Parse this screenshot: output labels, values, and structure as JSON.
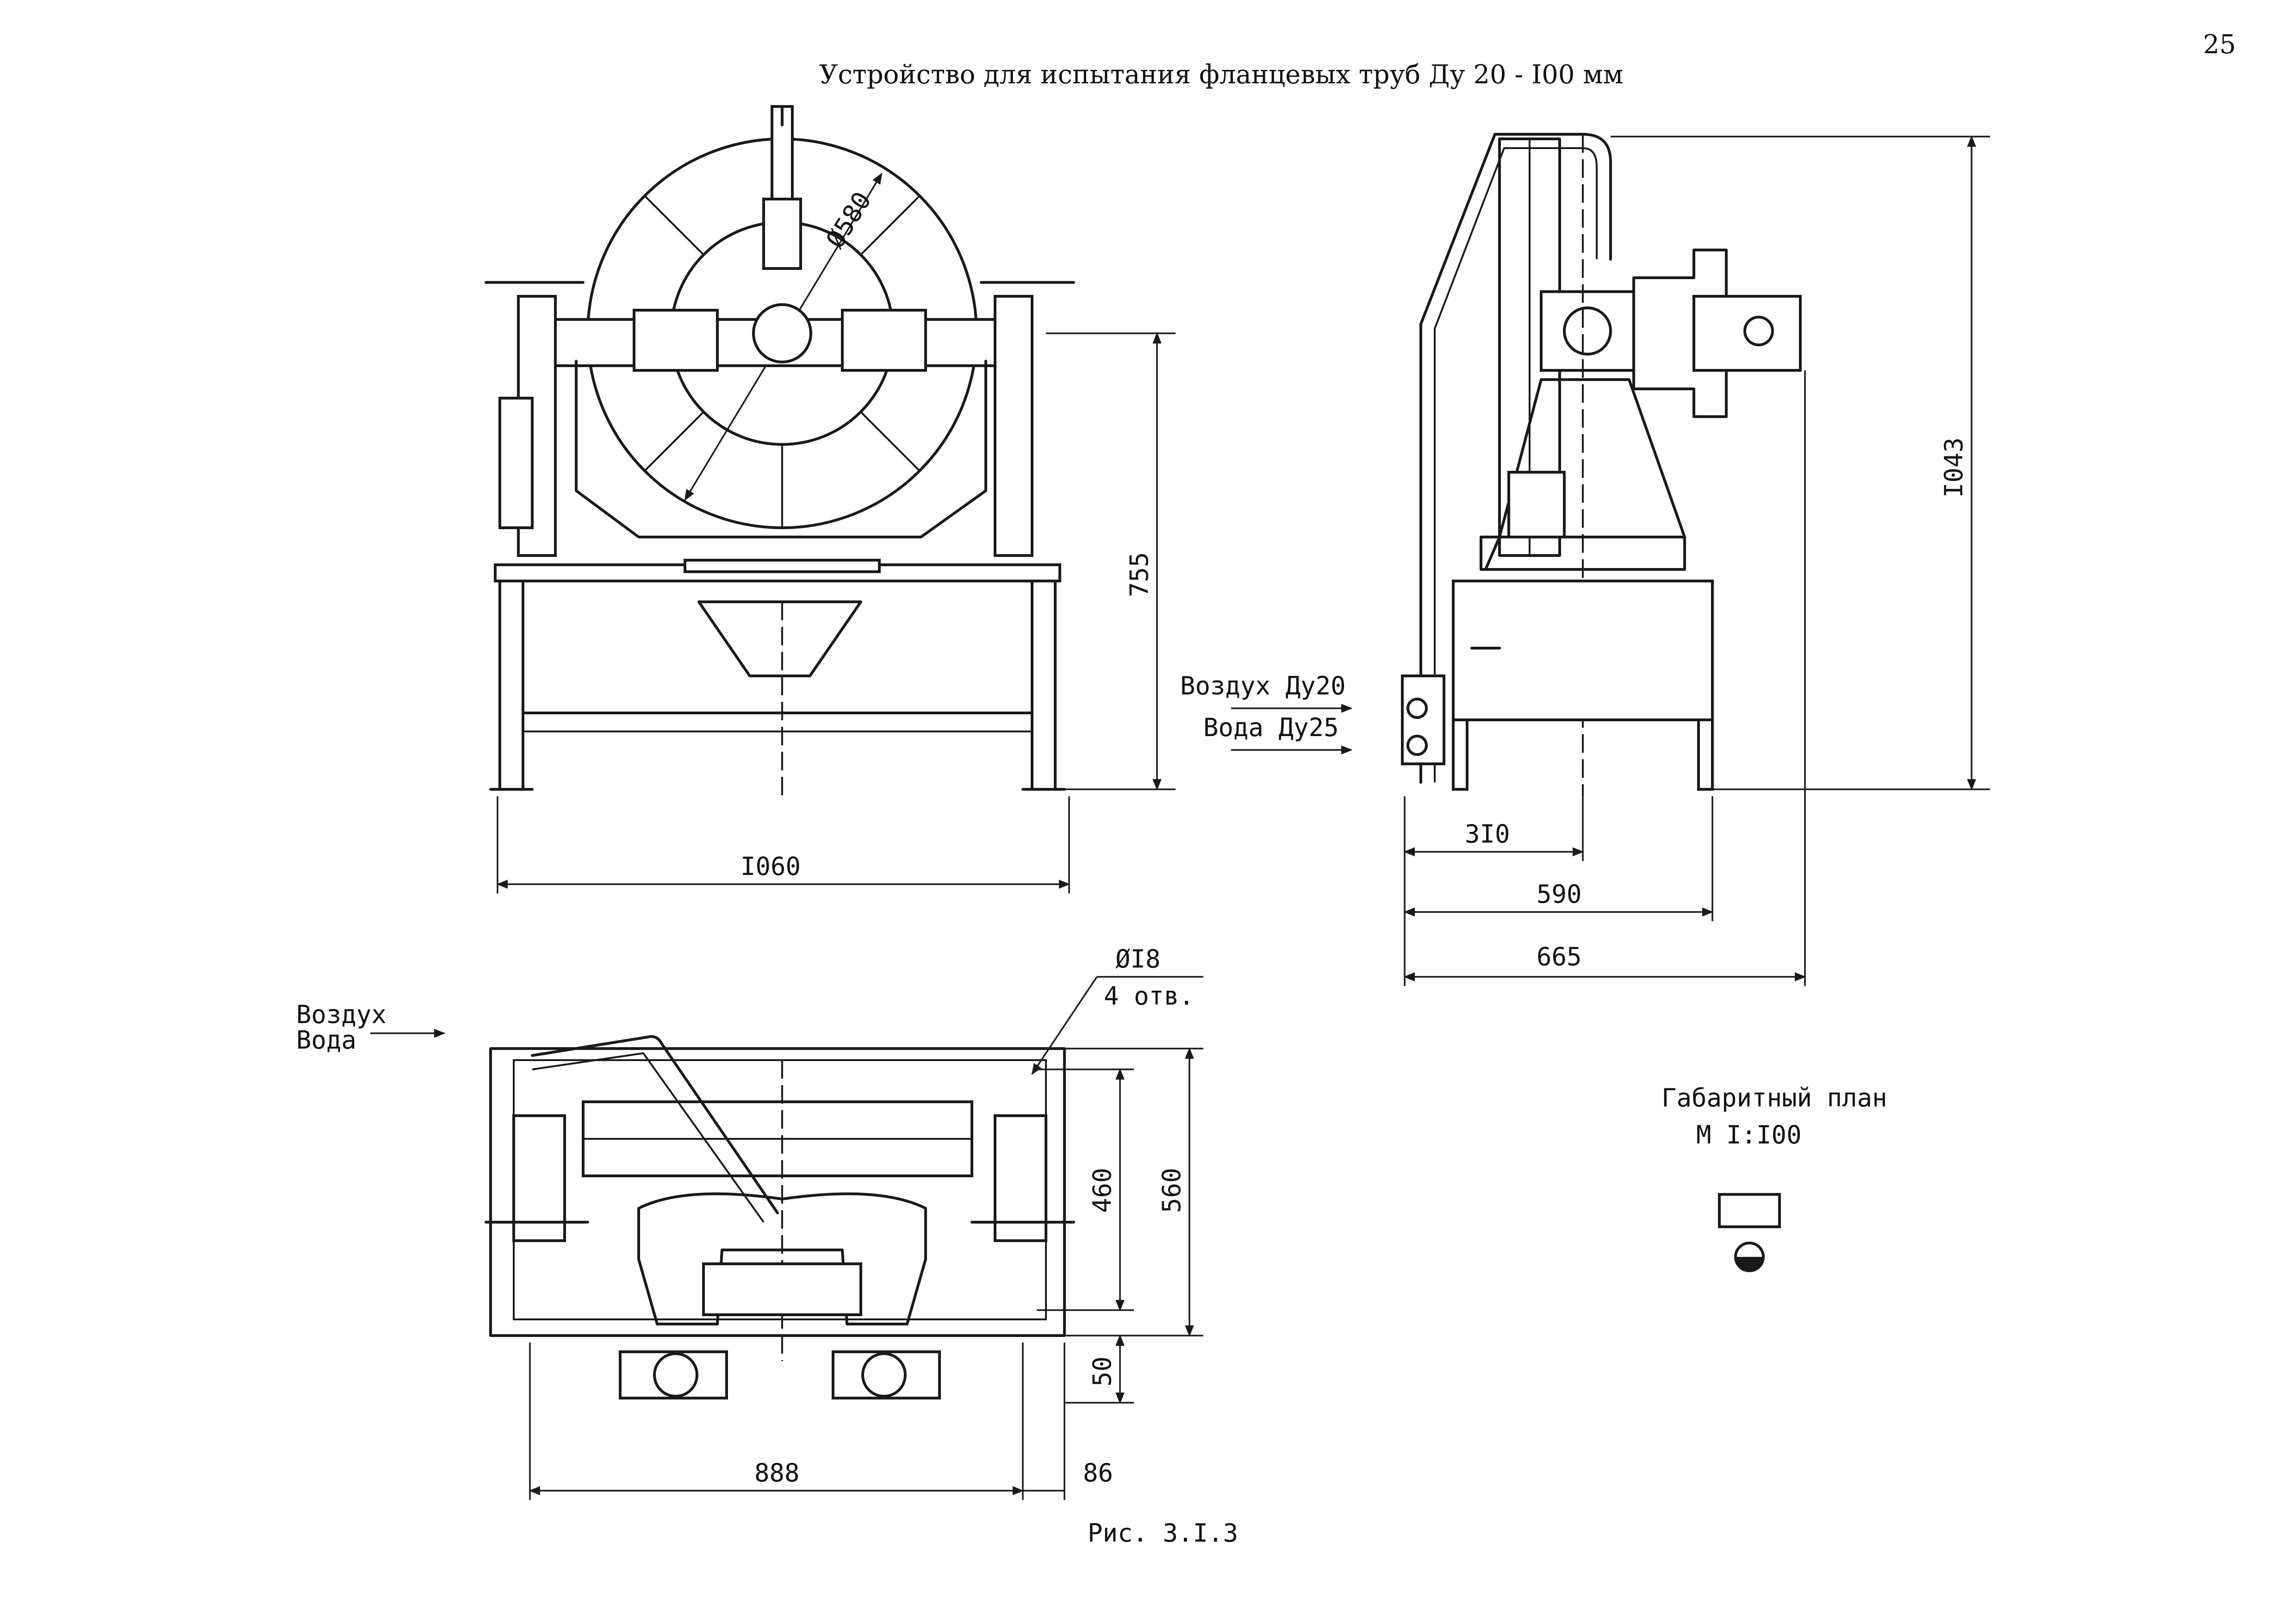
{
  "page_number": "25",
  "title": "Устройство для испытания фланцевых труб Ду 20 - I00 мм",
  "caption": "Рис. 3.I.3",
  "front_view": {
    "diameter": "Ø580",
    "height": "755",
    "width": "I060"
  },
  "side_view": {
    "height": "I043",
    "air_label": "Воздух Ду20",
    "water_label": "Вода Ду25",
    "dim_310": "3I0",
    "dim_590": "590",
    "dim_665": "665"
  },
  "plan_view": {
    "hole_diameter": "ØI8",
    "hole_count": "4 отв.",
    "air_label": "Воздух",
    "water_label": "Вода",
    "dim_460": "460",
    "dim_560": "560",
    "dim_50": "50",
    "dim_888": "888",
    "dim_86": "86"
  },
  "legend": {
    "title": "Габаритный план",
    "scale": "М I:I00"
  }
}
